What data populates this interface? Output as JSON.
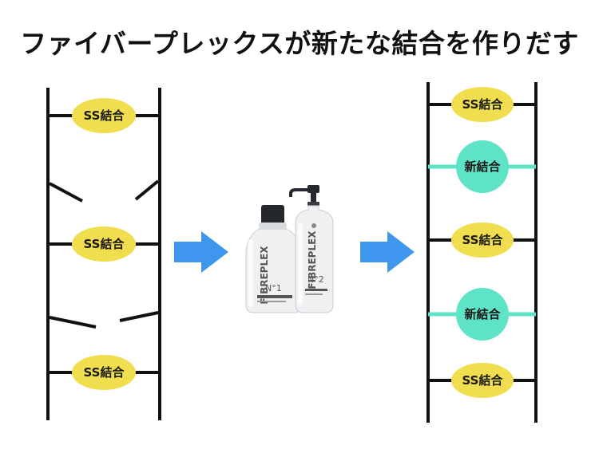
{
  "title": "ファイバープレックスが新たな結合を作りだす",
  "colors": {
    "ss_bond": "#f1de4e",
    "new_bond": "#5fe3c7",
    "arrow": "#3e96ef",
    "rail": "#111111"
  },
  "before": {
    "bonds": [
      "SS結合",
      "SS結合",
      "SS結合"
    ]
  },
  "product": {
    "bottle1": {
      "brand": "FIBREPLEX",
      "number": "N°1"
    },
    "bottle2": {
      "brand": "FIBREPLEX",
      "number": "N°2"
    }
  },
  "after": {
    "bonds": [
      "SS結合",
      "新結合",
      "SS結合",
      "新結合",
      "SS結合"
    ]
  }
}
